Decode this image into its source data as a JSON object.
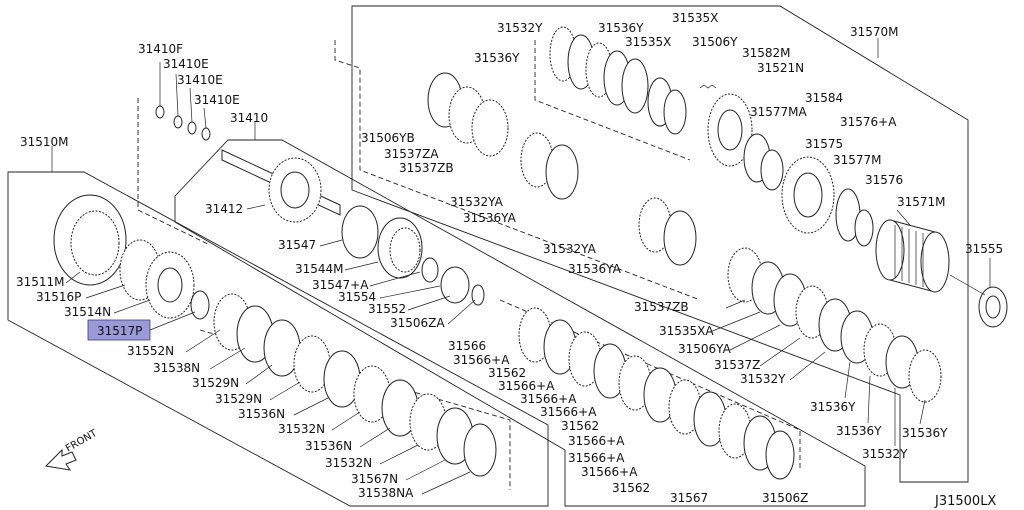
{
  "diagram_code": "J31500LX",
  "direction_label": "FRONT",
  "highlighted_part": "31517P",
  "labels": {
    "l31532Y_a": "31532Y",
    "l31536Y_a": "31536Y",
    "l31535X": "31535X",
    "l31570M": "31570M",
    "l31535X_b": "31535X",
    "l31506Y": "31506Y",
    "l31536Y_b": "31536Y",
    "l31582M": "31582M",
    "l31521N": "31521N",
    "l31410F": "31410F",
    "l31410E_a": "31410E",
    "l31410E_b": "31410E",
    "l31410E_c": "31410E",
    "l31410": "31410",
    "l31584": "31584",
    "l31577MA": "31577MA",
    "l31576A_a": "31576+A",
    "l31506YB": "31506YB",
    "l31537ZA": "31537ZA",
    "l31537ZB_a": "31537ZB",
    "l31510M": "31510M",
    "l31575": "31575",
    "l31577M": "31577M",
    "l31576": "31576",
    "l31412": "31412",
    "l31532YA_a": "31532YA",
    "l31536YA_a": "31536YA",
    "l31571M": "31571M",
    "l31547": "31547",
    "l31532YA_b": "31532YA",
    "l31544M": "31544M",
    "l31555": "31555",
    "l31536YA_b": "31536YA",
    "l31547A": "31547+A",
    "l31511M": "31511M",
    "l31554": "31554",
    "l31516P": "31516P",
    "l31552": "31552",
    "l31537ZB_b": "31537ZB",
    "l31514N": "31514N",
    "l31506ZA": "31506ZA",
    "l31535XA": "31535XA",
    "l31517P": "31517P",
    "l31566_a": "31566",
    "l31506YA": "31506YA",
    "l31552N": "31552N",
    "l31566A_a": "31566+A",
    "l31537Z": "31537Z",
    "l31538N": "31538N",
    "l31562_a": "31562",
    "l31532Y_b": "31532Y",
    "l31529N_a": "31529N",
    "l31566A_b": "31566+A",
    "l31529N_b": "31529N",
    "l31566A_c": "31566+A",
    "l31536Y_c": "31536Y",
    "l31536N_a": "31536N",
    "l31566A_d": "31566+A",
    "l31562_b": "31562",
    "l31532N_a": "31532N",
    "l31536Y_d": "31536Y",
    "l31536Y_e": "31536Y",
    "l31566A_e": "31566+A",
    "l31536N_b": "31536N",
    "l31566A_f": "31566+A",
    "l31532Y_c": "31532Y",
    "l31532N_b": "31532N",
    "l31566A_g": "31566+A",
    "l31567N": "31567N",
    "l31562_c": "31562",
    "l31538NA": "31538NA",
    "l31567": "31567",
    "l31506Z": "31506Z"
  }
}
